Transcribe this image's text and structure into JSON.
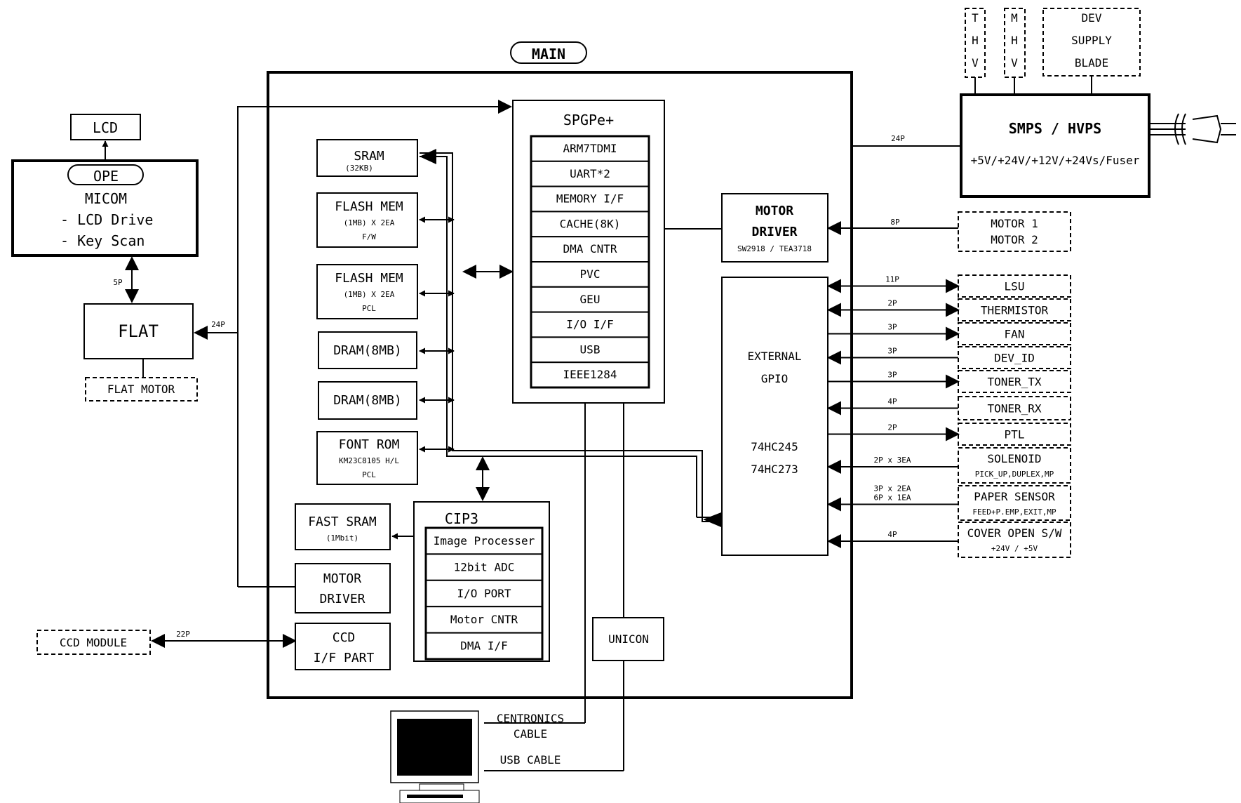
{
  "title": "MAIN",
  "left": {
    "lcd": "LCD",
    "ope": "OPE",
    "micom": [
      "MICOM",
      "- LCD Drive",
      "- Key Scan"
    ],
    "flat": "FLAT",
    "flat_motor": "FLAT MOTOR",
    "ccd_module": "CCD MODULE",
    "pins": {
      "ope_flat": "5P",
      "flat": "24P",
      "ccd": "22P"
    }
  },
  "main_blocks": {
    "sram": [
      "SRAM",
      "(32KB)"
    ],
    "flash1": [
      "FLASH MEM",
      "(1MB) X 2EA",
      "F/W"
    ],
    "flash2": [
      "FLASH MEM",
      "(1MB) X 2EA",
      "PCL"
    ],
    "dram1": "DRAM(8MB)",
    "dram2": "DRAM(8MB)",
    "font_rom": [
      "FONT ROM",
      "KM23C8105 H/L",
      "PCL"
    ],
    "fast_sram": [
      "FAST SRAM",
      "(1Mbit)"
    ],
    "motor_driver_left": [
      "MOTOR",
      "DRIVER"
    ],
    "ccd_if": [
      "CCD",
      "I/F PART"
    ],
    "unicon": "UNICON"
  },
  "spgpe": {
    "title": "SPGPe+",
    "items": [
      "ARM7TDMI",
      "UART*2",
      "MEMORY I/F",
      "CACHE(8K)",
      "DMA CNTR",
      "PVC",
      "GEU",
      "I/O I/F",
      "USB",
      "IEEE1284"
    ]
  },
  "cip3": {
    "title": "CIP3",
    "items": [
      "Image Processer",
      "12bit ADC",
      "I/O PORT",
      "Motor CNTR",
      "DMA I/F"
    ]
  },
  "motor_driver_right": [
    "MOTOR",
    "DRIVER",
    "SW2918 / TEA3718"
  ],
  "gpio": [
    "EXTERNAL",
    "GPIO",
    "74HC245",
    "74HC273"
  ],
  "power": {
    "thv": [
      "T",
      "H",
      "V"
    ],
    "mhv": [
      "M",
      "H",
      "V"
    ],
    "dev": [
      "DEV",
      "SUPPLY",
      "BLADE"
    ],
    "smps": "SMPS / HVPS",
    "voltages": "+5V/+24V/+12V/+24Vs/Fuser",
    "pin": "24P"
  },
  "right_periph": [
    {
      "label": "LSU",
      "pin": "11P"
    },
    {
      "label": "THERMISTOR",
      "pin": "2P"
    },
    {
      "label": "FAN",
      "pin": "3P"
    },
    {
      "label": "DEV_ID",
      "pin": "3P"
    },
    {
      "label": "TONER_TX",
      "pin": "3P"
    },
    {
      "label": "TONER_RX",
      "pin": "4P"
    },
    {
      "label": "PTL",
      "pin": "2P"
    },
    {
      "label": "SOLENOID",
      "sub": "PICK_UP,DUPLEX,MP",
      "pin": "2P x 3EA"
    },
    {
      "label": "PAPER SENSOR",
      "sub": "FEED+P.EMP,EXIT,MP",
      "pin": "3P x 2EA",
      "pin2": "6P x 1EA"
    },
    {
      "label": "COVER OPEN S/W",
      "sub": "+24V / +5V",
      "pin": "4P"
    }
  ],
  "motors": {
    "lines": [
      "MOTOR 1",
      "MOTOR 2"
    ],
    "pin": "8P"
  },
  "cables": {
    "centronics": [
      "CENTRONICS",
      "CABLE"
    ],
    "usb": "USB CABLE"
  }
}
